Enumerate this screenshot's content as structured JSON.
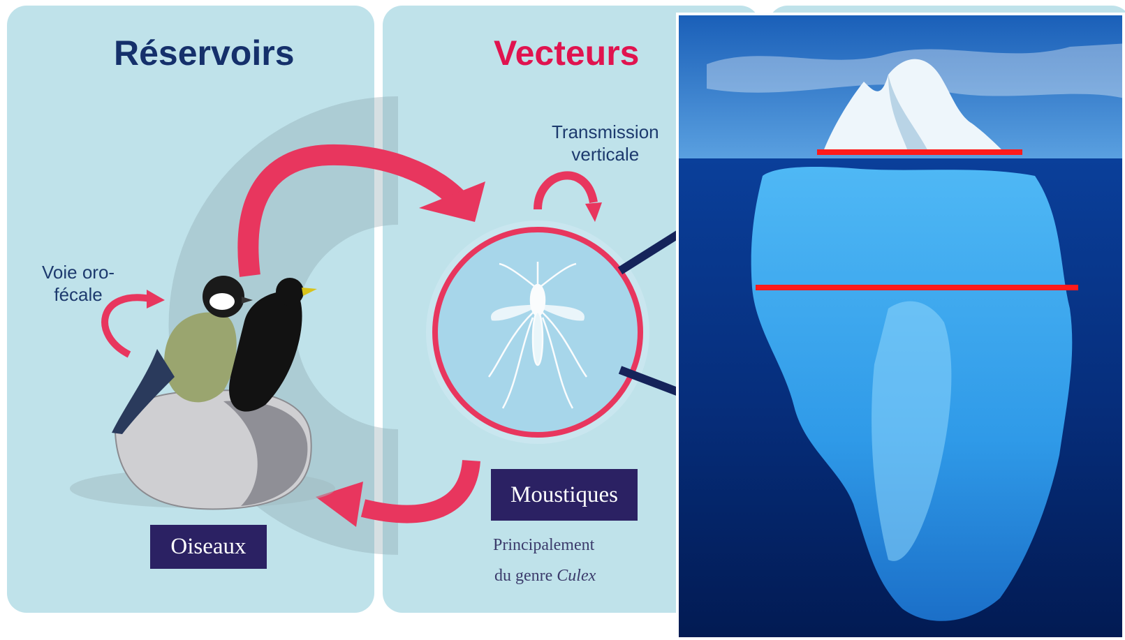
{
  "headings": {
    "reservoirs": "Réservoirs",
    "vecteurs": "Vecteurs"
  },
  "notes": {
    "vertical_transmission": [
      "Transmission",
      "verticale"
    ],
    "oro_fecal": [
      "Voie oro-",
      "fécale"
    ]
  },
  "labels": {
    "birds": "Oiseaux",
    "mosquitoes": "Moustiques"
  },
  "caption": {
    "line1": "Principalement",
    "line2_prefix": "du genre ",
    "line2_italic": "Culex"
  },
  "colors": {
    "panel": "#bfe2ea",
    "arrow": "#e8365e",
    "title_reservoirs": "#15306b",
    "title_vecteurs": "#e0134f",
    "label_box": "#2b2163",
    "waterline_marker": "#ff1a1a"
  },
  "icons": {
    "birds": "birds-on-rock-illustration",
    "mosquito": "mosquito-icon",
    "iceberg": "iceberg-photo"
  }
}
